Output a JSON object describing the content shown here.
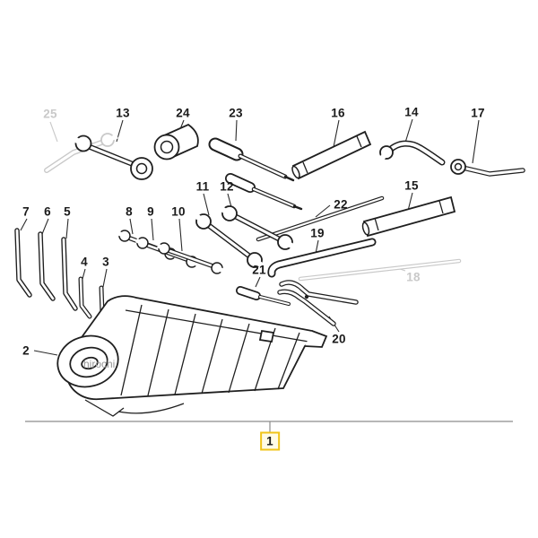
{
  "watermark": "hirochi",
  "colors": {
    "ink": "#1f1f1f",
    "faded": "#c9c9c9",
    "highlight_border": "#f0c419",
    "highlight_bg": "#fffbe6"
  },
  "labels": [
    {
      "text": "1",
      "state": "highlighted"
    },
    {
      "text": "2",
      "state": "normal"
    },
    {
      "text": "3",
      "state": "normal"
    },
    {
      "text": "4",
      "state": "normal"
    },
    {
      "text": "5",
      "state": "normal"
    },
    {
      "text": "6",
      "state": "normal"
    },
    {
      "text": "7",
      "state": "normal"
    },
    {
      "text": "8",
      "state": "normal"
    },
    {
      "text": "9",
      "state": "normal"
    },
    {
      "text": "10",
      "state": "normal"
    },
    {
      "text": "11",
      "state": "normal"
    },
    {
      "text": "12",
      "state": "normal"
    },
    {
      "text": "13",
      "state": "normal"
    },
    {
      "text": "14",
      "state": "normal"
    },
    {
      "text": "15",
      "state": "normal"
    },
    {
      "text": "16",
      "state": "normal"
    },
    {
      "text": "17",
      "state": "normal"
    },
    {
      "text": "18",
      "state": "faded"
    },
    {
      "text": "19",
      "state": "normal"
    },
    {
      "text": "20",
      "state": "normal"
    },
    {
      "text": "21",
      "state": "normal"
    },
    {
      "text": "22",
      "state": "normal"
    },
    {
      "text": "23",
      "state": "normal"
    },
    {
      "text": "24",
      "state": "normal"
    },
    {
      "text": "25",
      "state": "faded"
    }
  ]
}
